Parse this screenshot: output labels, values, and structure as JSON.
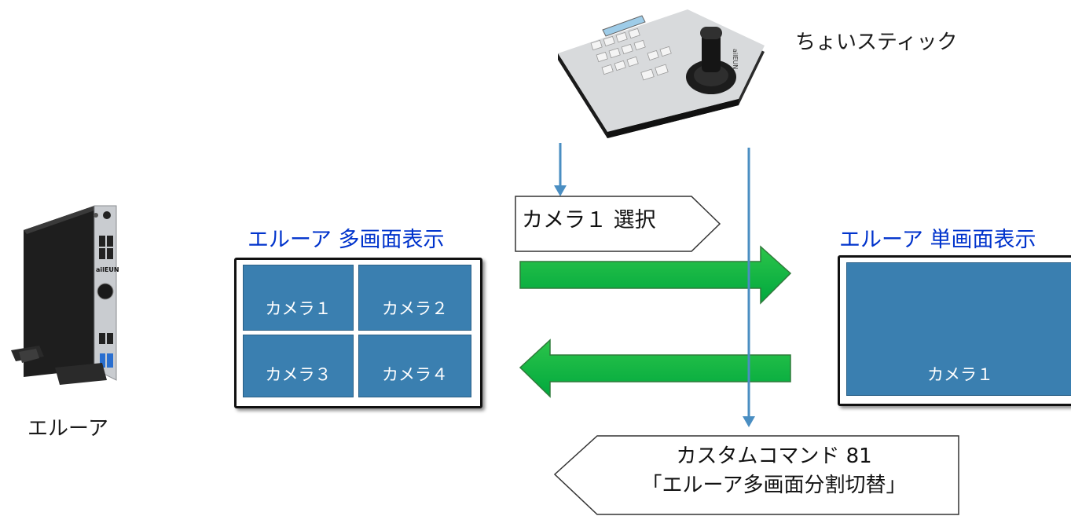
{
  "devices": {
    "eluar_label": "エルーア",
    "stick_label": "ちょいスティック",
    "stick_brand": "aileun",
    "pc_brand": "aileun"
  },
  "multi_display": {
    "title": "エルーア 多画面表示",
    "cells": [
      "カメラ１",
      "カメラ２",
      "カメラ３",
      "カメラ４"
    ]
  },
  "single_display": {
    "title": "エルーア 単画面表示",
    "cell": "カメラ１"
  },
  "select_tag": "カメラ１ 選択",
  "command_tag": {
    "line1": "カスタムコマンド 81",
    "line2": "「エルーア多画面分割切替」"
  },
  "colors": {
    "screen_blue": "#3a7fb0",
    "arrow_green": "#00b050",
    "flow_line": "#4a8ec2",
    "title_blue": "#0033cc"
  }
}
